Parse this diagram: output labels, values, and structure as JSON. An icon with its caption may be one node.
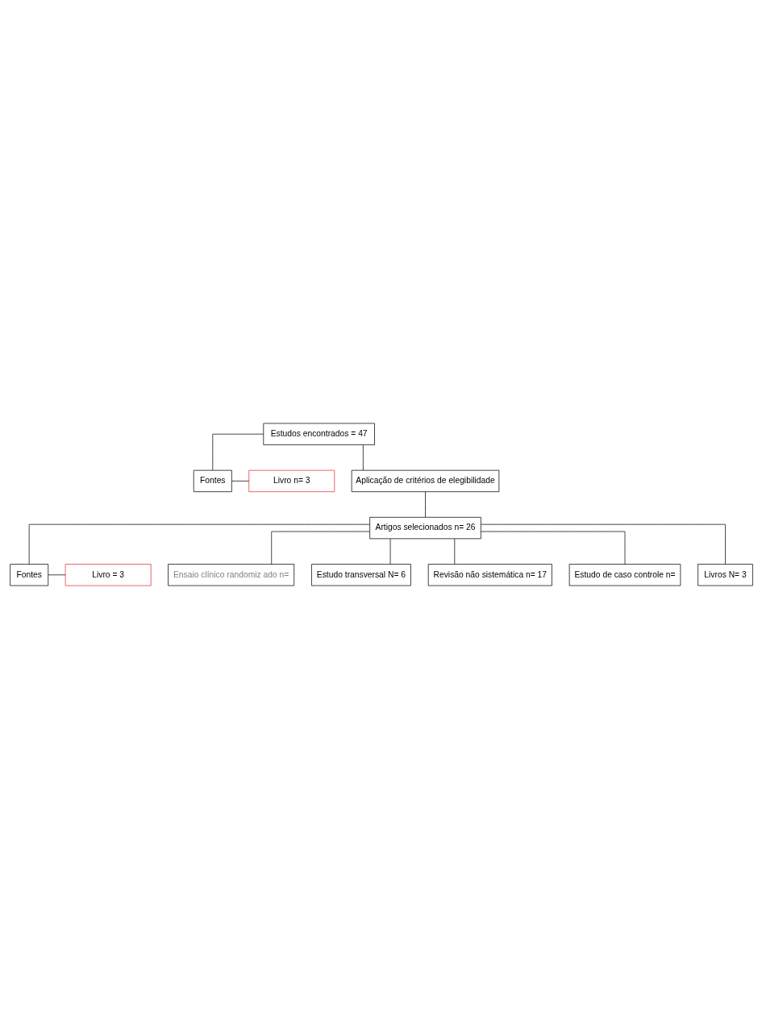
{
  "diagram": {
    "nodes": [
      {
        "text": [
          "Estudos encontrados = 47"
        ]
      },
      {
        "text": [
          "Fontes"
        ]
      },
      {
        "text": [
          "Livro n= 3"
        ]
      },
      {
        "text": [
          "Aplicação de critérios de elegibilidade"
        ]
      },
      {
        "text": [
          "Artigos selecionados n= 26"
        ]
      },
      {
        "text": [
          "Fontes"
        ]
      },
      {
        "text": [
          "Livro = 3"
        ]
      },
      {
        "text": [
          "Ensaio clínico randomiz ado n="
        ]
      },
      {
        "text": [
          "Estudo transversal N= 6"
        ]
      },
      {
        "text": [
          "Revisão não sistemática n= 17"
        ]
      },
      {
        "text": [
          "Estudo de caso controle n="
        ]
      },
      {
        "text": [
          "Livros N= 3"
        ]
      }
    ],
    "edges": [
      {
        "from": 0,
        "to": 1,
        "arrow": "none"
      },
      {
        "from": 1,
        "to": 2,
        "arrow": "none"
      },
      {
        "from": 0,
        "to": 3,
        "arrow": "none"
      },
      {
        "from": 3,
        "to": 4,
        "arrow": "none"
      },
      {
        "from": 4,
        "to": 5,
        "arrow": "none"
      },
      {
        "from": 5,
        "to": 6,
        "arrow": "none"
      },
      {
        "from": 4,
        "to": 7,
        "arrow": "none"
      },
      {
        "from": 4,
        "to": 8,
        "arrow": "none"
      },
      {
        "from": 4,
        "to": 9,
        "arrow": "none"
      },
      {
        "from": 4,
        "to": 10,
        "arrow": "none"
      },
      {
        "from": 4,
        "to": 11,
        "arrow": "none"
      }
    ]
  }
}
